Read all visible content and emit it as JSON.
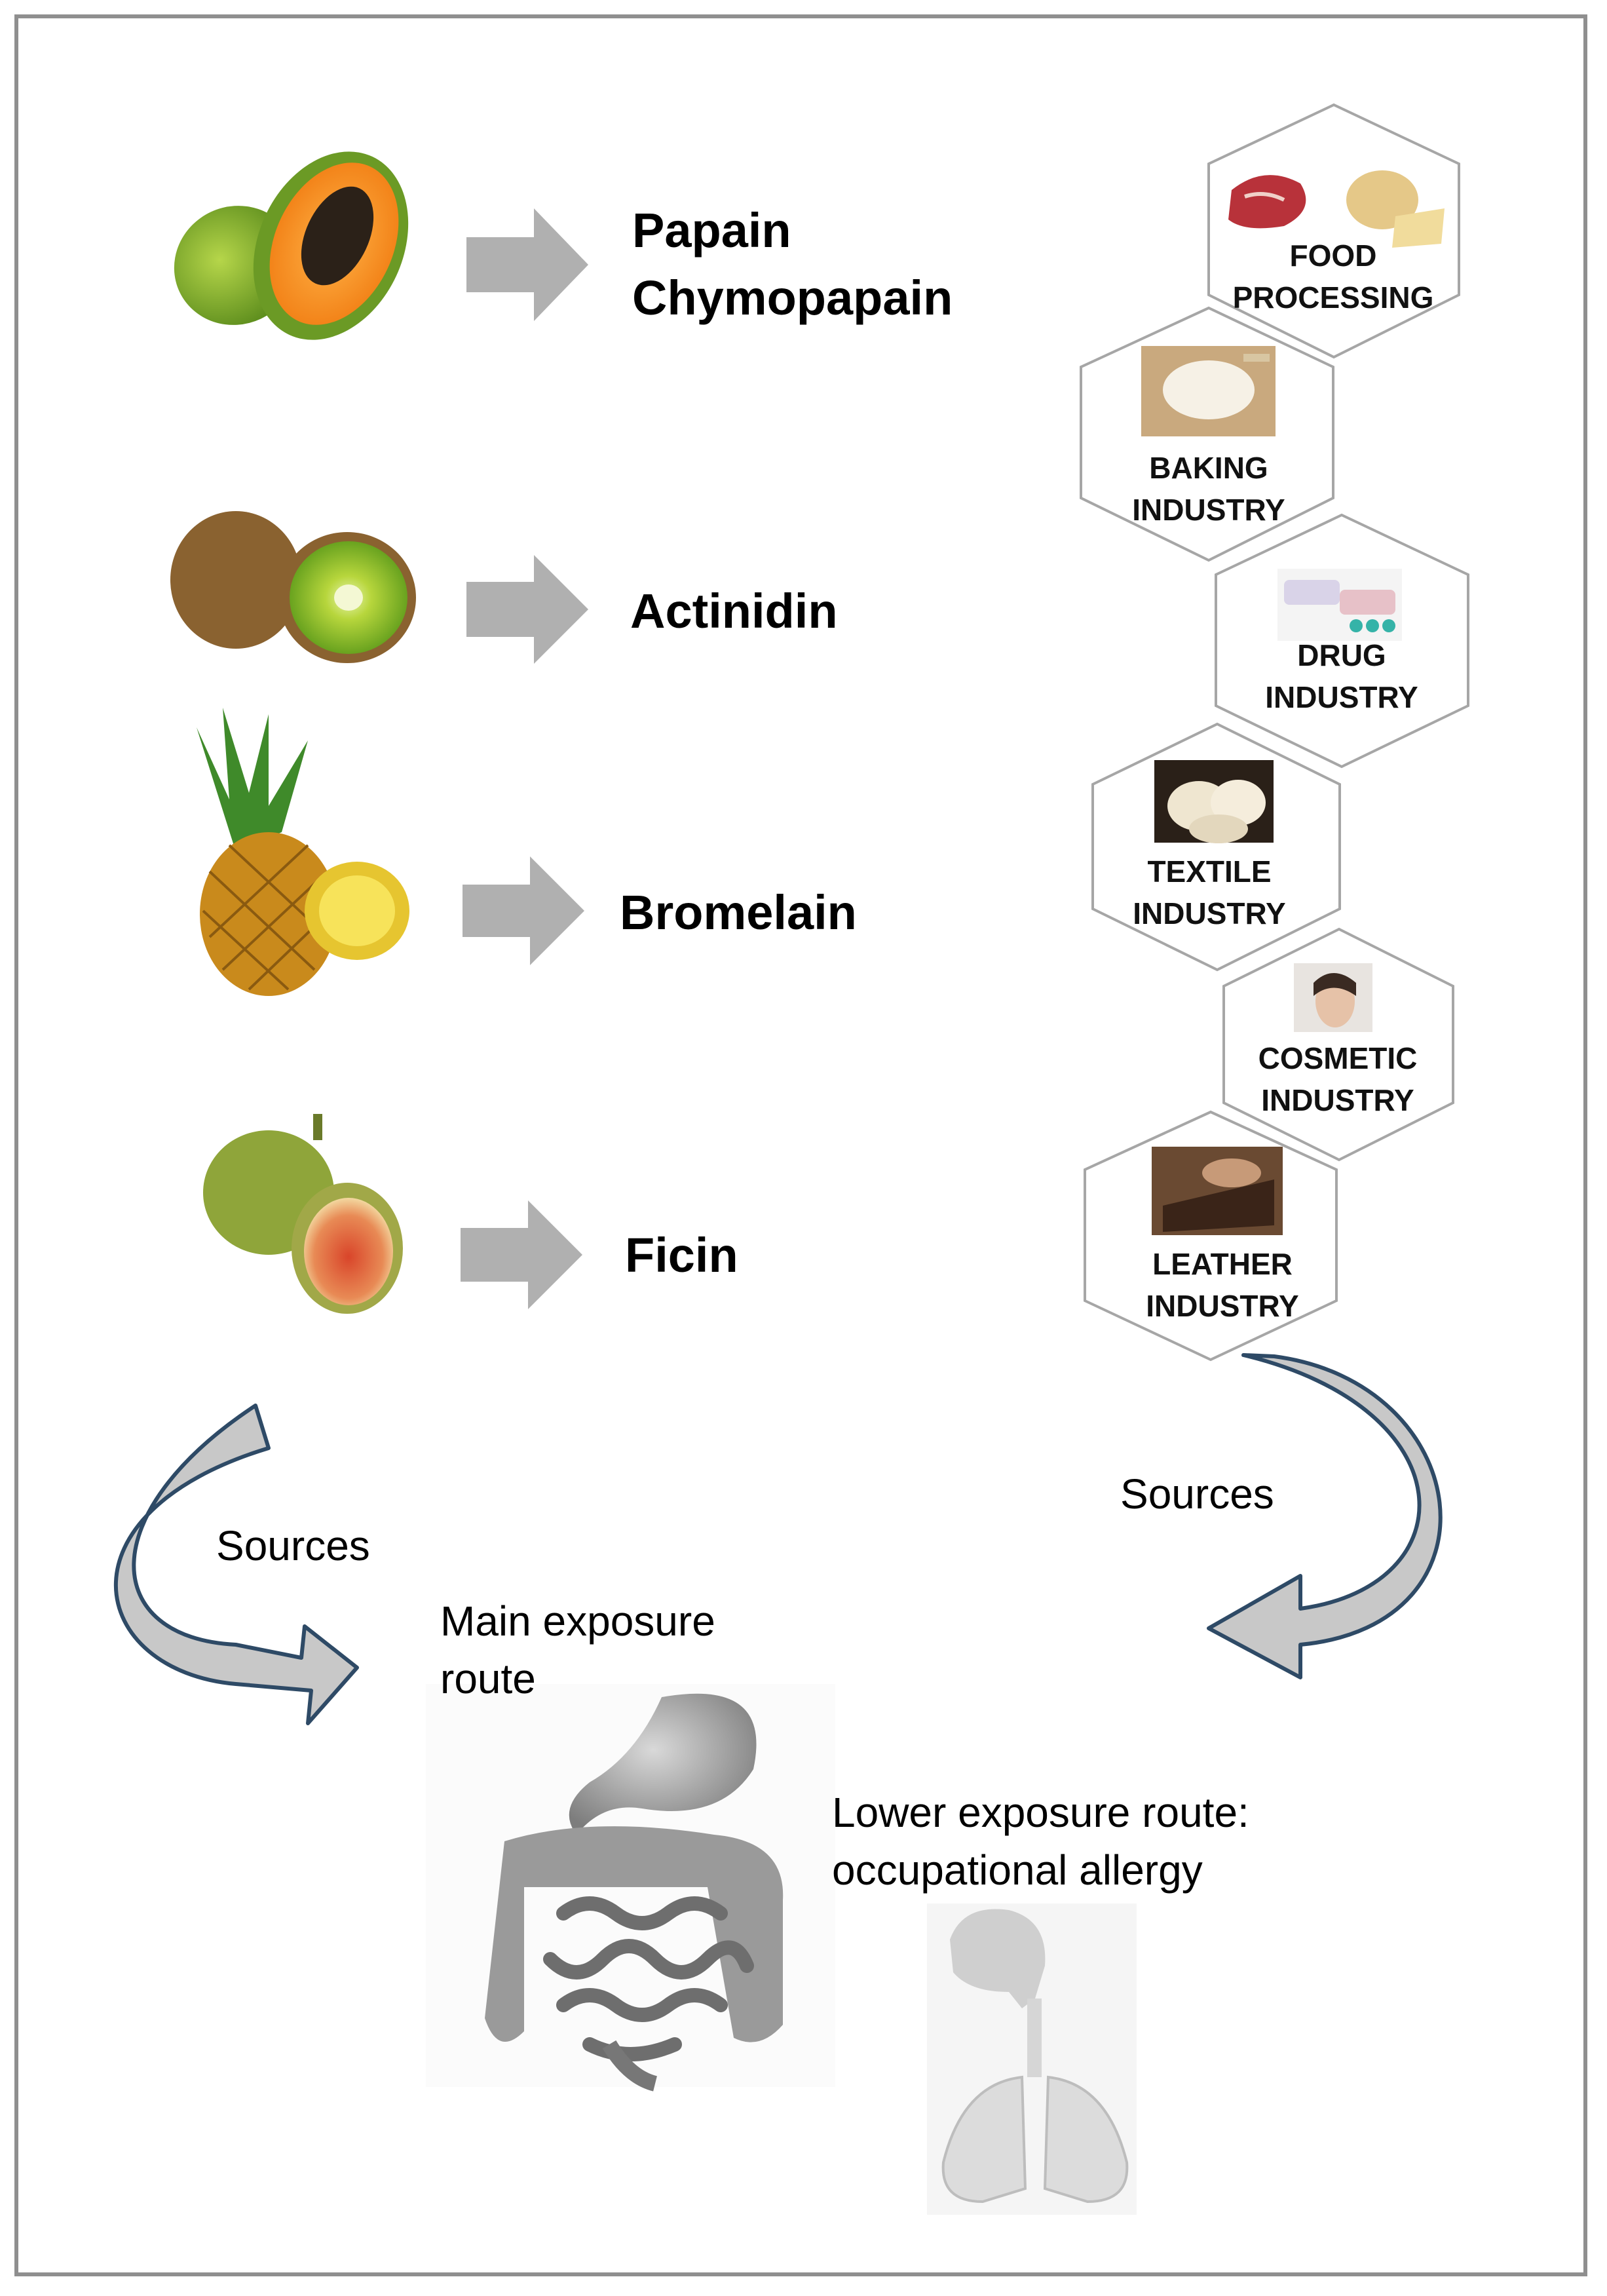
{
  "enzymes": [
    {
      "name": "Papain",
      "fruit": "papaya-icon"
    },
    {
      "name": "Chymopapain",
      "fruit": "papaya-icon"
    },
    {
      "name": "Actinidin",
      "fruit": "kiwi-icon"
    },
    {
      "name": "Bromelain",
      "fruit": "pineapple-icon"
    },
    {
      "name": "Ficin",
      "fruit": "fig-icon"
    }
  ],
  "industries": [
    {
      "line1": "FOOD",
      "line2": "PROCESSING",
      "icon": "meat-cheese-icon"
    },
    {
      "line1": "BAKING",
      "line2": "INDUSTRY",
      "icon": "dough-icon"
    },
    {
      "line1": "DRUG",
      "line2": "INDUSTRY",
      "icon": "pills-icon"
    },
    {
      "line1": "TEXTILE",
      "line2": "INDUSTRY",
      "icon": "wool-icon"
    },
    {
      "line1": "COSMETIC",
      "line2": "INDUSTRY",
      "icon": "face-cream-icon"
    },
    {
      "line1": "LEATHER",
      "line2": "INDUSTRY",
      "icon": "leather-work-icon"
    }
  ],
  "routes": {
    "sources_left": "Sources",
    "sources_right": "Sources",
    "main_line1": "Main exposure",
    "main_line2": "route",
    "lower_line1": "Lower exposure route:",
    "lower_line2": "occupational allergy"
  },
  "colors": {
    "arrow_fill": "#b0b0b0",
    "curved_arrow_stroke": "#2e4a66",
    "hex_stroke": "#a6a6a6",
    "frame": "#8f8f8f"
  }
}
